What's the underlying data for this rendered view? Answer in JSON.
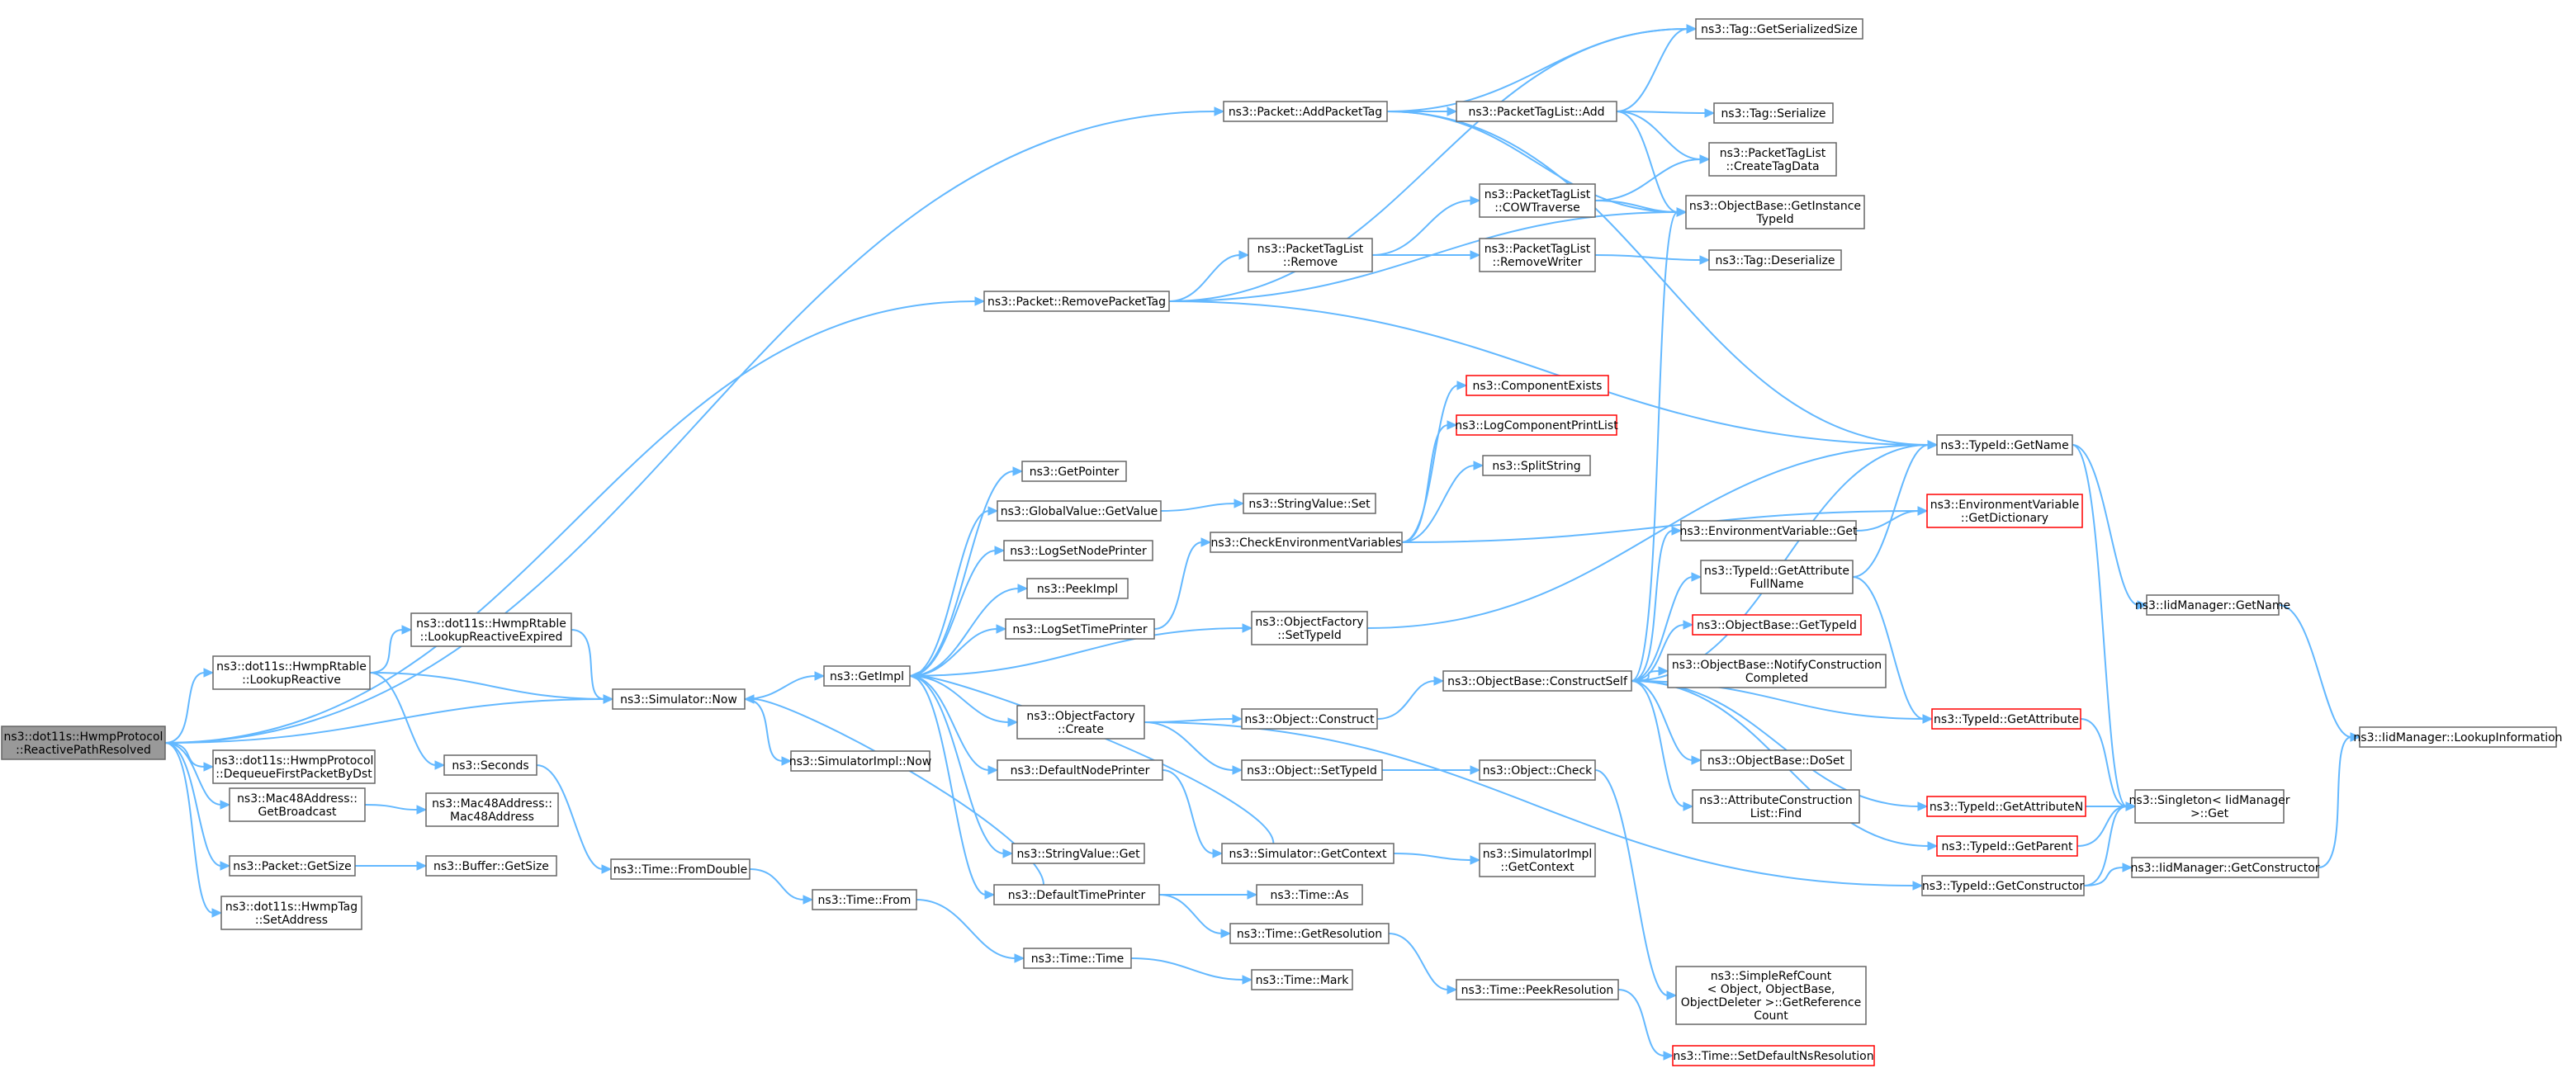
{
  "colors": {
    "edge": "#63b8ff",
    "border": "#666666",
    "border_red": "#ff0000",
    "root_fill": "#999999",
    "background": "#ffffff"
  },
  "nodes": [
    {
      "id": "root",
      "lines": [
        "ns3::dot11s::HwmpProtocol",
        "::ReactivePathResolved"
      ],
      "style": "root"
    },
    {
      "id": "lookupReactive",
      "lines": [
        "ns3::dot11s::HwmpRtable",
        "::LookupReactive"
      ]
    },
    {
      "id": "dequeue",
      "lines": [
        "ns3::dot11s::HwmpProtocol",
        "::DequeueFirstPacketByDst"
      ]
    },
    {
      "id": "getBroadcast",
      "lines": [
        "ns3::Mac48Address::",
        "GetBroadcast"
      ]
    },
    {
      "id": "getSize",
      "lines": [
        "ns3::Packet::GetSize"
      ]
    },
    {
      "id": "setAddress",
      "lines": [
        "ns3::dot11s::HwmpTag",
        "::SetAddress"
      ]
    },
    {
      "id": "lookupExpired",
      "lines": [
        "ns3::dot11s::HwmpRtable",
        "::LookupReactiveExpired"
      ]
    },
    {
      "id": "now",
      "lines": [
        "ns3::Simulator::Now"
      ]
    },
    {
      "id": "seconds",
      "lines": [
        "ns3::Seconds"
      ]
    },
    {
      "id": "mac48ctor",
      "lines": [
        "ns3::Mac48Address::",
        "Mac48Address"
      ]
    },
    {
      "id": "bufGetSize",
      "lines": [
        "ns3::Buffer::GetSize"
      ]
    },
    {
      "id": "fromDouble",
      "lines": [
        "ns3::Time::FromDouble"
      ]
    },
    {
      "id": "timeFrom",
      "lines": [
        "ns3::Time::From"
      ]
    },
    {
      "id": "timeTime",
      "lines": [
        "ns3::Time::Time"
      ]
    },
    {
      "id": "timeMark",
      "lines": [
        "ns3::Time::Mark"
      ]
    },
    {
      "id": "getImpl",
      "lines": [
        "ns3::GetImpl"
      ]
    },
    {
      "id": "simImplNow",
      "lines": [
        "ns3::SimulatorImpl::Now"
      ]
    },
    {
      "id": "getPointer",
      "lines": [
        "ns3::GetPointer"
      ]
    },
    {
      "id": "gvGetValue",
      "lines": [
        "ns3::GlobalValue::GetValue"
      ]
    },
    {
      "id": "logSetNodePrinter",
      "lines": [
        "ns3::LogSetNodePrinter"
      ]
    },
    {
      "id": "peekImpl",
      "lines": [
        "ns3::PeekImpl"
      ]
    },
    {
      "id": "logSetTimePrinter",
      "lines": [
        "ns3::LogSetTimePrinter"
      ]
    },
    {
      "id": "ofCreate",
      "lines": [
        "ns3::ObjectFactory",
        "::Create"
      ]
    },
    {
      "id": "defaultNodePrinter",
      "lines": [
        "ns3::DefaultNodePrinter"
      ]
    },
    {
      "id": "svGet",
      "lines": [
        "ns3::StringValue::Get"
      ]
    },
    {
      "id": "defaultTimePrinter",
      "lines": [
        "ns3::DefaultTimePrinter"
      ]
    },
    {
      "id": "svSet",
      "lines": [
        "ns3::StringValue::Set"
      ]
    },
    {
      "id": "checkEnv",
      "lines": [
        "ns3::CheckEnvironmentVariables"
      ]
    },
    {
      "id": "ofSetTypeId",
      "lines": [
        "ns3::ObjectFactory",
        "::SetTypeId"
      ]
    },
    {
      "id": "objConstruct",
      "lines": [
        "ns3::Object::Construct"
      ]
    },
    {
      "id": "objSetTypeId",
      "lines": [
        "ns3::Object::SetTypeId"
      ]
    },
    {
      "id": "simGetContext",
      "lines": [
        "ns3::Simulator::GetContext"
      ]
    },
    {
      "id": "timeAs",
      "lines": [
        "ns3::Time::As"
      ]
    },
    {
      "id": "timeGetRes",
      "lines": [
        "ns3::Time::GetResolution"
      ]
    },
    {
      "id": "timePeekRes",
      "lines": [
        "ns3::Time::PeekResolution"
      ]
    },
    {
      "id": "setDefaultNsRes",
      "lines": [
        "ns3::Time::SetDefaultNsResolution"
      ],
      "style": "red"
    },
    {
      "id": "compExists",
      "lines": [
        "ns3::ComponentExists"
      ],
      "style": "red"
    },
    {
      "id": "logCompPrintList",
      "lines": [
        "ns3::LogComponentPrintList"
      ],
      "style": "red"
    },
    {
      "id": "splitString",
      "lines": [
        "ns3::SplitString"
      ]
    },
    {
      "id": "obConstructSelf",
      "lines": [
        "ns3::ObjectBase::ConstructSelf"
      ]
    },
    {
      "id": "objCheck",
      "lines": [
        "ns3::Object::Check"
      ]
    },
    {
      "id": "simImplGetContext",
      "lines": [
        "ns3::SimulatorImpl",
        "::GetContext"
      ]
    },
    {
      "id": "simpleRefCount",
      "lines": [
        "ns3::SimpleRefCount",
        "< Object, ObjectBase,",
        "ObjectDeleter >::GetReference",
        "Count"
      ]
    },
    {
      "id": "removePacketTag",
      "lines": [
        "ns3::Packet::RemovePacketTag"
      ]
    },
    {
      "id": "addPacketTag",
      "lines": [
        "ns3::Packet::AddPacketTag"
      ]
    },
    {
      "id": "ptlRemove",
      "lines": [
        "ns3::PacketTagList",
        "::Remove"
      ]
    },
    {
      "id": "ptlAdd",
      "lines": [
        "ns3::PacketTagList::Add"
      ]
    },
    {
      "id": "ptlCOW",
      "lines": [
        "ns3::PacketTagList",
        "::COWTraverse"
      ]
    },
    {
      "id": "ptlRemoveWriter",
      "lines": [
        "ns3::PacketTagList",
        "::RemoveWriter"
      ]
    },
    {
      "id": "tagGetSerSize",
      "lines": [
        "ns3::Tag::GetSerializedSize"
      ]
    },
    {
      "id": "tagSerialize",
      "lines": [
        "ns3::Tag::Serialize"
      ]
    },
    {
      "id": "ptlCreateTagData",
      "lines": [
        "ns3::PacketTagList",
        "::CreateTagData"
      ]
    },
    {
      "id": "obGetInstanceTypeId",
      "lines": [
        "ns3::ObjectBase::GetInstance",
        "TypeId"
      ]
    },
    {
      "id": "tagDeserialize",
      "lines": [
        "ns3::Tag::Deserialize"
      ]
    },
    {
      "id": "envVarGet",
      "lines": [
        "ns3::EnvironmentVariable::Get"
      ]
    },
    {
      "id": "tidGetAttrFullName",
      "lines": [
        "ns3::TypeId::GetAttribute",
        "FullName"
      ]
    },
    {
      "id": "obGetTypeId",
      "lines": [
        "ns3::ObjectBase::GetTypeId"
      ],
      "style": "red"
    },
    {
      "id": "obNotifyConstruction",
      "lines": [
        "ns3::ObjectBase::NotifyConstruction",
        "Completed"
      ]
    },
    {
      "id": "obDoSet",
      "lines": [
        "ns3::ObjectBase::DoSet"
      ]
    },
    {
      "id": "attrConstructionListFind",
      "lines": [
        "ns3::AttributeConstruction",
        "List::Find"
      ]
    },
    {
      "id": "tidGetName",
      "lines": [
        "ns3::TypeId::GetName"
      ]
    },
    {
      "id": "envVarGetDict",
      "lines": [
        "ns3::EnvironmentVariable",
        "::GetDictionary"
      ],
      "style": "red"
    },
    {
      "id": "tidGetAttribute",
      "lines": [
        "ns3::TypeId::GetAttribute"
      ],
      "style": "red"
    },
    {
      "id": "tidGetAttributeN",
      "lines": [
        "ns3::TypeId::GetAttributeN"
      ],
      "style": "red"
    },
    {
      "id": "tidGetParent",
      "lines": [
        "ns3::TypeId::GetParent"
      ],
      "style": "red"
    },
    {
      "id": "tidGetConstructor",
      "lines": [
        "ns3::TypeId::GetConstructor"
      ]
    },
    {
      "id": "iidGetName",
      "lines": [
        "ns3::IidManager::GetName"
      ]
    },
    {
      "id": "singletonGet",
      "lines": [
        "ns3::Singleton< IidManager",
        ">::Get"
      ]
    },
    {
      "id": "iidGetConstructor",
      "lines": [
        "ns3::IidManager::GetConstructor"
      ]
    },
    {
      "id": "iidLookupInfo",
      "lines": [
        "ns3::IidManager::LookupInformation"
      ]
    }
  ],
  "edges": [
    [
      "root",
      "lookupReactive"
    ],
    [
      "root",
      "dequeue"
    ],
    [
      "root",
      "getBroadcast"
    ],
    [
      "root",
      "getSize"
    ],
    [
      "root",
      "setAddress"
    ],
    [
      "root",
      "now"
    ],
    [
      "root",
      "removePacketTag"
    ],
    [
      "root",
      "addPacketTag"
    ],
    [
      "lookupReactive",
      "lookupExpired"
    ],
    [
      "lookupReactive",
      "now"
    ],
    [
      "lookupReactive",
      "seconds"
    ],
    [
      "lookupExpired",
      "now"
    ],
    [
      "getBroadcast",
      "mac48ctor"
    ],
    [
      "getSize",
      "bufGetSize"
    ],
    [
      "seconds",
      "fromDouble"
    ],
    [
      "fromDouble",
      "timeFrom"
    ],
    [
      "timeFrom",
      "timeTime"
    ],
    [
      "timeTime",
      "timeMark"
    ],
    [
      "now",
      "getImpl"
    ],
    [
      "now",
      "simImplNow"
    ],
    [
      "getImpl",
      "getPointer"
    ],
    [
      "getImpl",
      "gvGetValue"
    ],
    [
      "getImpl",
      "logSetNodePrinter"
    ],
    [
      "getImpl",
      "peekImpl"
    ],
    [
      "getImpl",
      "logSetTimePrinter"
    ],
    [
      "getImpl",
      "ofSetTypeId"
    ],
    [
      "getImpl",
      "ofCreate"
    ],
    [
      "getImpl",
      "defaultNodePrinter"
    ],
    [
      "getImpl",
      "svGet"
    ],
    [
      "getImpl",
      "defaultTimePrinter"
    ],
    [
      "gvGetValue",
      "svSet"
    ],
    [
      "logSetTimePrinter",
      "checkEnv"
    ],
    [
      "defaultNodePrinter",
      "simGetContext"
    ],
    [
      "defaultTimePrinter",
      "timeAs"
    ],
    [
      "defaultTimePrinter",
      "timeGetRes"
    ],
    [
      "defaultTimePrinter",
      "now"
    ],
    [
      "ofCreate",
      "objConstruct"
    ],
    [
      "ofCreate",
      "objSetTypeId"
    ],
    [
      "ofCreate",
      "tidGetConstructor"
    ],
    [
      "ofSetTypeId",
      "tidGetName"
    ],
    [
      "objConstruct",
      "obConstructSelf"
    ],
    [
      "objSetTypeId",
      "objCheck"
    ],
    [
      "objCheck",
      "simpleRefCount"
    ],
    [
      "simGetContext",
      "simImplGetContext"
    ],
    [
      "simGetContext",
      "getImpl"
    ],
    [
      "timeGetRes",
      "timePeekRes"
    ],
    [
      "timePeekRes",
      "setDefaultNsRes"
    ],
    [
      "checkEnv",
      "compExists"
    ],
    [
      "checkEnv",
      "logCompPrintList"
    ],
    [
      "checkEnv",
      "splitString"
    ],
    [
      "checkEnv",
      "envVarGetDict"
    ],
    [
      "obConstructSelf",
      "obGetInstanceTypeId"
    ],
    [
      "obConstructSelf",
      "tidGetName"
    ],
    [
      "obConstructSelf",
      "envVarGet"
    ],
    [
      "obConstructSelf",
      "tidGetAttrFullName"
    ],
    [
      "obConstructSelf",
      "obGetTypeId"
    ],
    [
      "obConstructSelf",
      "obNotifyConstruction"
    ],
    [
      "obConstructSelf",
      "tidGetAttribute"
    ],
    [
      "obConstructSelf",
      "obDoSet"
    ],
    [
      "obConstructSelf",
      "attrConstructionListFind"
    ],
    [
      "obConstructSelf",
      "tidGetAttributeN"
    ],
    [
      "obConstructSelf",
      "tidGetParent"
    ],
    [
      "envVarGet",
      "envVarGetDict"
    ],
    [
      "tidGetAttrFullName",
      "tidGetName"
    ],
    [
      "tidGetAttrFullName",
      "tidGetAttribute"
    ],
    [
      "tidGetName",
      "iidGetName"
    ],
    [
      "tidGetName",
      "singletonGet"
    ],
    [
      "iidGetName",
      "iidLookupInfo"
    ],
    [
      "tidGetAttribute",
      "singletonGet"
    ],
    [
      "tidGetAttributeN",
      "singletonGet"
    ],
    [
      "tidGetParent",
      "singletonGet"
    ],
    [
      "tidGetConstructor",
      "iidGetConstructor"
    ],
    [
      "tidGetConstructor",
      "singletonGet"
    ],
    [
      "iidGetConstructor",
      "iidLookupInfo"
    ],
    [
      "removePacketTag",
      "tagGetSerSize"
    ],
    [
      "removePacketTag",
      "ptlRemove"
    ],
    [
      "removePacketTag",
      "obGetInstanceTypeId"
    ],
    [
      "removePacketTag",
      "tidGetName"
    ],
    [
      "addPacketTag",
      "tagGetSerSize"
    ],
    [
      "addPacketTag",
      "ptlAdd"
    ],
    [
      "addPacketTag",
      "obGetInstanceTypeId"
    ],
    [
      "addPacketTag",
      "tidGetName"
    ],
    [
      "ptlRemove",
      "ptlCOW"
    ],
    [
      "ptlRemove",
      "ptlRemoveWriter"
    ],
    [
      "ptlAdd",
      "tagGetSerSize"
    ],
    [
      "ptlAdd",
      "tagSerialize"
    ],
    [
      "ptlAdd",
      "ptlCreateTagData"
    ],
    [
      "ptlAdd",
      "obGetInstanceTypeId"
    ],
    [
      "ptlCOW",
      "ptlCreateTagData"
    ],
    [
      "ptlCOW",
      "obGetInstanceTypeId"
    ],
    [
      "ptlRemoveWriter",
      "tagDeserialize"
    ]
  ]
}
